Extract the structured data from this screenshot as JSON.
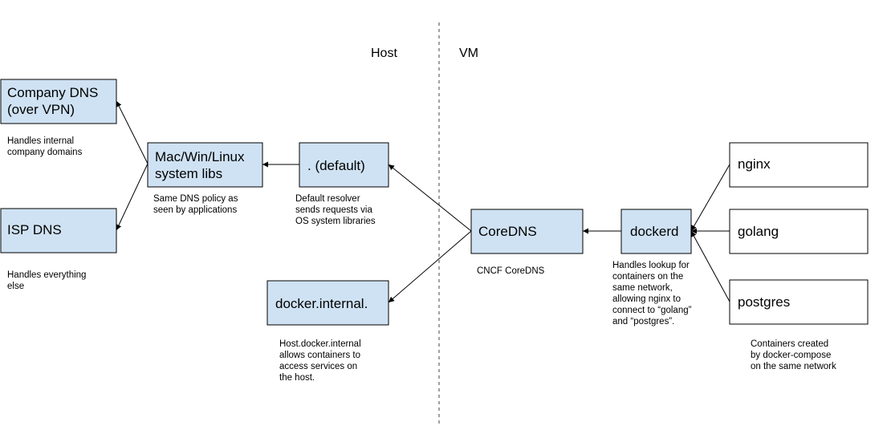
{
  "zones": {
    "host": "Host",
    "vm": "VM"
  },
  "nodes": {
    "company_dns": [
      "Company DNS",
      "(over VPN)"
    ],
    "isp_dns": "ISP DNS",
    "system_libs": [
      "Mac/Win/Linux",
      "system libs"
    ],
    "default": ". (default)",
    "docker_internal": "docker.internal.",
    "coredns": "CoreDNS",
    "dockerd": "dockerd",
    "nginx": "nginx",
    "golang": "golang",
    "postgres": "postgres"
  },
  "notes": {
    "company_dns": [
      "Handles internal",
      "company domains"
    ],
    "isp_dns": [
      "Handles everything",
      "else"
    ],
    "system_libs": [
      "Same DNS policy as",
      "seen by applications"
    ],
    "default": [
      "Default resolver",
      "sends requests via",
      "OS system libraries"
    ],
    "docker_internal": [
      "Host.docker.internal",
      "allows containers to",
      "access services on",
      "the host."
    ],
    "coredns": [
      "CNCF CoreDNS"
    ],
    "dockerd": [
      "Handles lookup for",
      "containers on the",
      "same network,",
      "allowing nginx to",
      "connect to “golang”",
      "and “postgres”."
    ],
    "containers": [
      "Containers created",
      "by docker-compose",
      "on the same network"
    ]
  },
  "colors": {
    "node_fill": "#cfe2f3",
    "container_fill": "#ffffff",
    "stroke": "#000000"
  }
}
